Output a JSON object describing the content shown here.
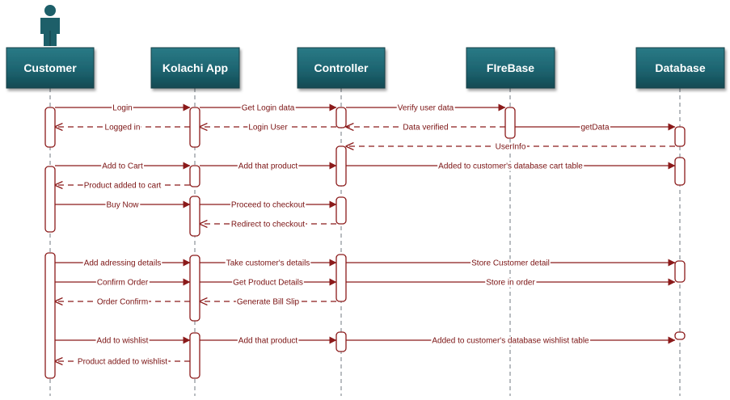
{
  "participants": [
    {
      "id": "customer",
      "label": "Customer"
    },
    {
      "id": "kolachi",
      "label": "Kolachi App"
    },
    {
      "id": "controller",
      "label": "Controller"
    },
    {
      "id": "firebase",
      "label": "FIreBase"
    },
    {
      "id": "database",
      "label": "Database"
    }
  ],
  "messages": [
    {
      "from": "customer",
      "to": "kolachi",
      "label": "Login",
      "kind": "call"
    },
    {
      "from": "kolachi",
      "to": "controller",
      "label": "Get Login data",
      "kind": "call"
    },
    {
      "from": "controller",
      "to": "firebase",
      "label": "Verify user data",
      "kind": "call"
    },
    {
      "from": "kolachi",
      "to": "customer",
      "label": "Logged in",
      "kind": "return"
    },
    {
      "from": "controller",
      "to": "kolachi",
      "label": "Login User",
      "kind": "return"
    },
    {
      "from": "firebase",
      "to": "controller",
      "label": "Data verified",
      "kind": "return"
    },
    {
      "from": "firebase",
      "to": "database",
      "label": "getData",
      "kind": "call"
    },
    {
      "from": "database",
      "to": "controller",
      "label": "UserInfo",
      "kind": "return"
    },
    {
      "from": "customer",
      "to": "kolachi",
      "label": "Add to Cart",
      "kind": "call"
    },
    {
      "from": "kolachi",
      "to": "controller",
      "label": "Add that product",
      "kind": "call"
    },
    {
      "from": "controller",
      "to": "database",
      "label": "Added to customer's database cart table",
      "kind": "call"
    },
    {
      "from": "kolachi",
      "to": "customer",
      "label": "Product added to cart",
      "kind": "return"
    },
    {
      "from": "kolachi",
      "to": "controller",
      "label": "Proceed to checkout",
      "kind": "call"
    },
    {
      "from": "customer",
      "to": "kolachi",
      "label": "Buy Now",
      "kind": "call"
    },
    {
      "from": "controller",
      "to": "kolachi",
      "label": "Redirect to checkout",
      "kind": "return"
    },
    {
      "from": "customer",
      "to": "kolachi",
      "label": "Add adressing details",
      "kind": "call"
    },
    {
      "from": "kolachi",
      "to": "controller",
      "label": "Take customer's details",
      "kind": "call"
    },
    {
      "from": "controller",
      "to": "database",
      "label": "Store Customer detail",
      "kind": "call"
    },
    {
      "from": "customer",
      "to": "kolachi",
      "label": "Confirm Order",
      "kind": "call"
    },
    {
      "from": "kolachi",
      "to": "controller",
      "label": "Get Product Details",
      "kind": "call"
    },
    {
      "from": "controller",
      "to": "database",
      "label": "Store in order",
      "kind": "call"
    },
    {
      "from": "kolachi",
      "to": "customer",
      "label": "Order Confirm",
      "kind": "return"
    },
    {
      "from": "controller",
      "to": "kolachi",
      "label": "Generate Bill Slip",
      "kind": "return"
    },
    {
      "from": "customer",
      "to": "kolachi",
      "label": "Add to wishlist",
      "kind": "call"
    },
    {
      "from": "kolachi",
      "to": "controller",
      "label": "Add that product",
      "kind": "call"
    },
    {
      "from": "controller",
      "to": "database",
      "label": "Added to customer's database wishlist table",
      "kind": "call"
    },
    {
      "from": "kolachi",
      "to": "customer",
      "label": "Product added to wishlist",
      "kind": "return"
    }
  ],
  "colors": {
    "header_fill": "#1d6470",
    "header_dark": "#123f47",
    "arrow": "#8b1a1a",
    "text": "#7a1212",
    "lifeline": "#9aa0a6",
    "activation": "#8b1a1a",
    "actor": "#1d5f69"
  },
  "icons": {
    "actor": "person-icon"
  }
}
